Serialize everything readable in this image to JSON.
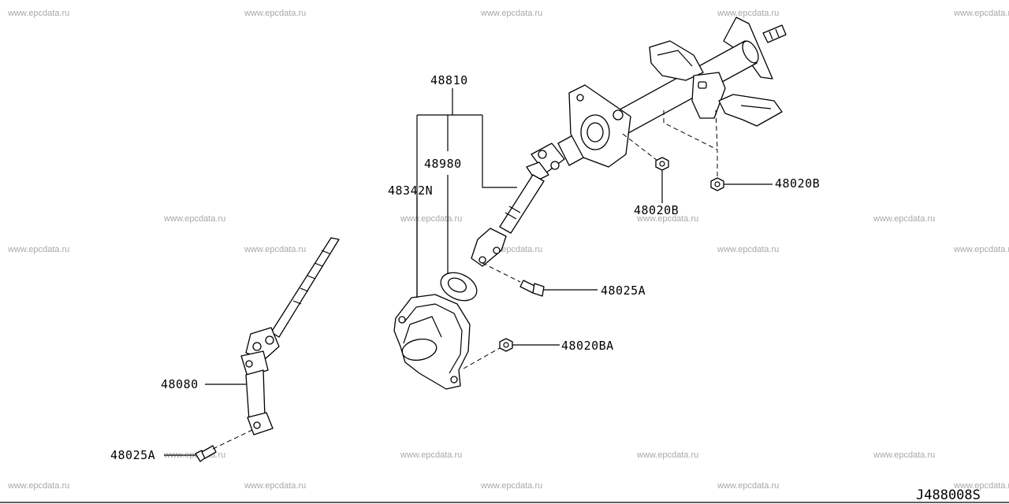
{
  "watermark": "www.epcdata.ru",
  "drawing_code": "J488008S",
  "callouts": {
    "p48810": "48810",
    "p48980": "48980",
    "p48342n": "48342N",
    "p48020b_a": "48020B",
    "p48020b_b": "48020B",
    "p48025a_a": "48025A",
    "p48025a_b": "48025A",
    "p48020ba": "48020BA",
    "p48080": "48080"
  }
}
